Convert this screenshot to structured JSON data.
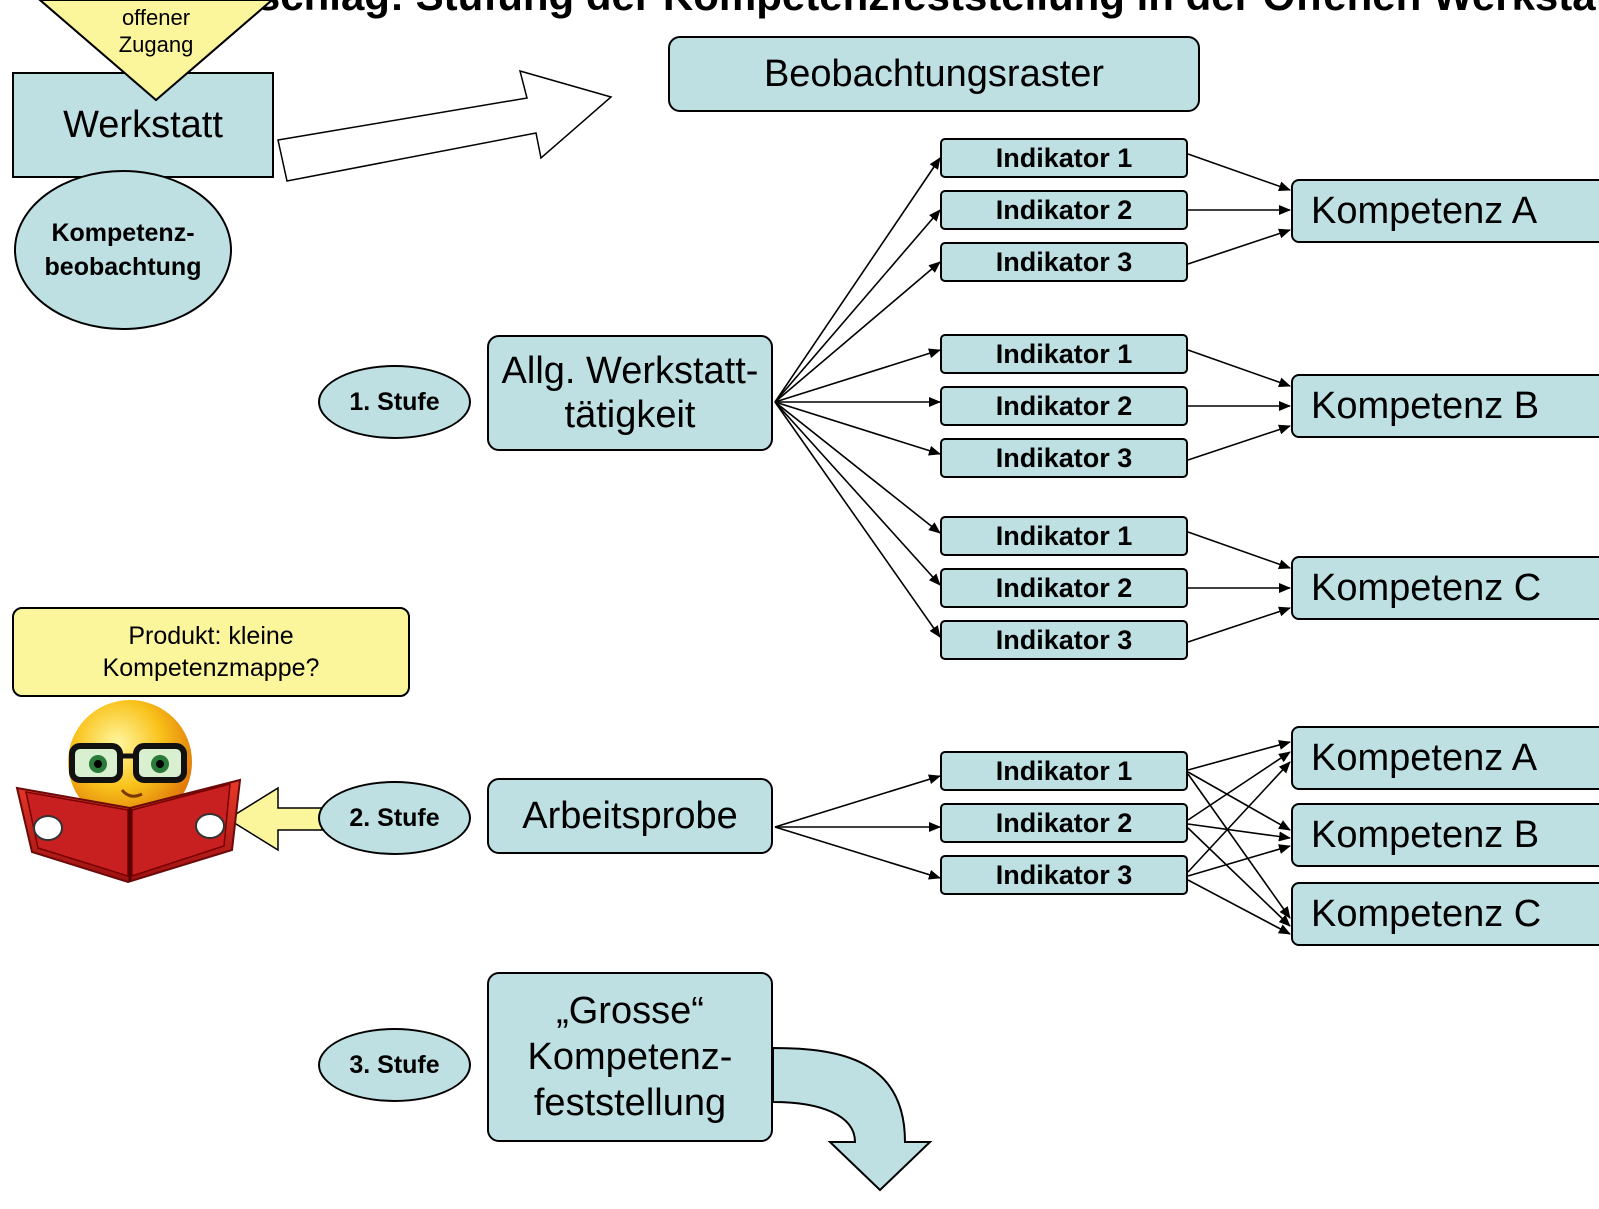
{
  "title": "Vorschlag: Stufung der Kompetenzfeststellung in der Offenen Werkstatt",
  "top": {
    "triangle_label": "offener Zugang",
    "werkstatt": "Werkstatt",
    "ellipse": "Kompetenz-beobachtung",
    "raster": "Beobachtungsraster"
  },
  "stufe1": {
    "label": "1. Stufe",
    "box": "Allg. Werkstatt-tätigkeit",
    "groups": [
      {
        "indicators": [
          "Indikator 1",
          "Indikator 2",
          "Indikator 3"
        ],
        "kompetenz": "Kompetenz A"
      },
      {
        "indicators": [
          "Indikator 1",
          "Indikator 2",
          "Indikator 3"
        ],
        "kompetenz": "Kompetenz B"
      },
      {
        "indicators": [
          "Indikator 1",
          "Indikator 2",
          "Indikator 3"
        ],
        "kompetenz": "Kompetenz C"
      }
    ]
  },
  "product_note": "Produkt: kleine Kompetenzmappe?",
  "stufe2": {
    "label": "2. Stufe",
    "box": "Arbeitsprobe",
    "indicators": [
      "Indikator 1",
      "Indikator 2",
      "Indikator 3"
    ],
    "kompetenzen": [
      "Kompetenz A",
      "Kompetenz B",
      "Kompetenz C"
    ]
  },
  "stufe3": {
    "label": "3. Stufe",
    "box": "„Grosse“ Kompetenz-feststellung"
  },
  "colors": {
    "box_fill": "#bfe0e3",
    "note_fill": "#fbf59c",
    "triangle_fill": "#fbf59c",
    "book_red": "#cc2222"
  }
}
